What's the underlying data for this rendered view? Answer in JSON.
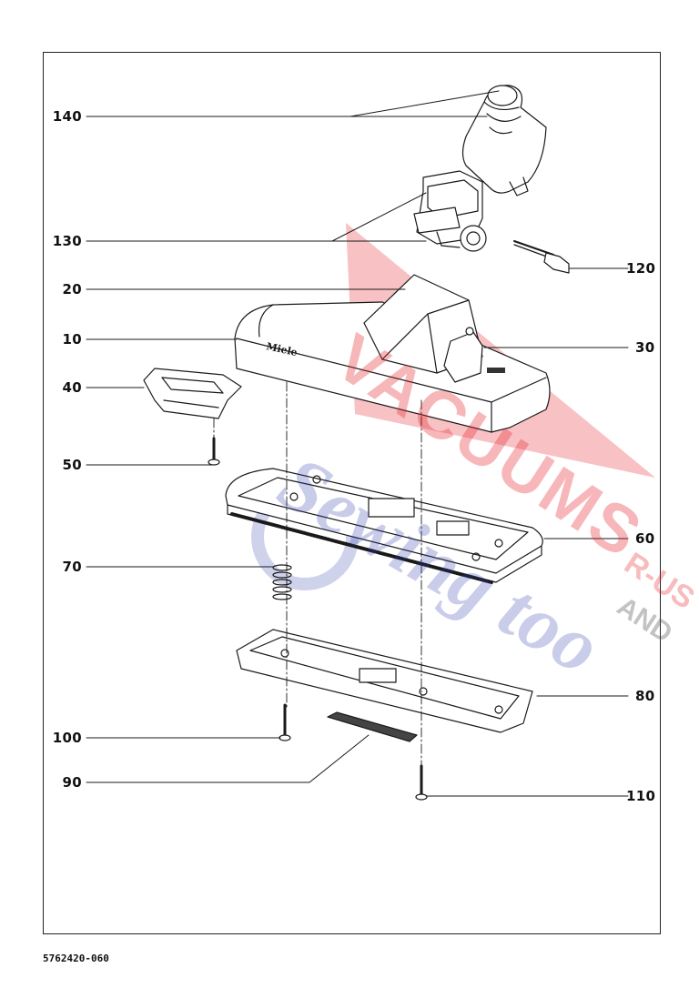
{
  "document": {
    "number": "5762420-060"
  },
  "watermark": {
    "brand": "VACUUMS",
    "script": "Sewing too",
    "tag_line_1": "R-US",
    "tag_line_2": "AND"
  },
  "parts": [
    {
      "id": "140"
    },
    {
      "id": "130"
    },
    {
      "id": "120"
    },
    {
      "id": "20"
    },
    {
      "id": "10"
    },
    {
      "id": "30"
    },
    {
      "id": "40"
    },
    {
      "id": "50"
    },
    {
      "id": "60"
    },
    {
      "id": "70"
    },
    {
      "id": "80"
    },
    {
      "id": "100"
    },
    {
      "id": "90"
    },
    {
      "id": "110"
    }
  ],
  "brand_plate": {
    "text": "Miele"
  },
  "colors": {
    "line": "#1a1a1a",
    "watermark_red": "#e5212a",
    "watermark_blue": "#2b3aa8"
  }
}
